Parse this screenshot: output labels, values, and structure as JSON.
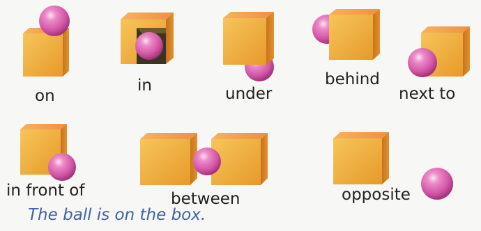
{
  "prepositions": {
    "on": "on",
    "in": "in",
    "under": "under",
    "behind": "behind",
    "next_to": "next to",
    "in_front_of": "in front of",
    "between": "between",
    "opposite": "opposite"
  },
  "example_sentence": "The ball is on the box.",
  "colors": {
    "box_front": "#f2b13a",
    "box_top": "#f4a45a",
    "box_side": "#d9862b",
    "ball": "#d655a7",
    "sentence_text": "#3e62a9"
  }
}
